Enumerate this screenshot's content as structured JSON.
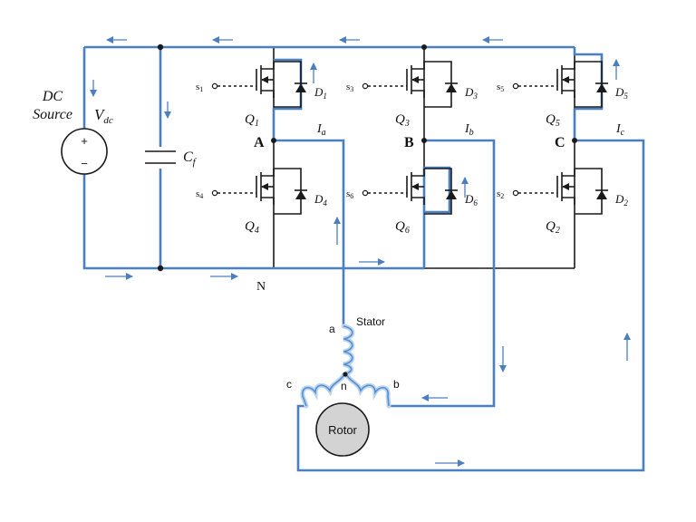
{
  "colors": {
    "wire": "#1a1a1a",
    "current_path": "#4a7fc0",
    "rotor_fill": "#d3d3d3"
  },
  "source": {
    "line1": "DC",
    "line2": "Source",
    "voltage_main": "V",
    "voltage_sub": "dc",
    "plus": "+",
    "minus": "−"
  },
  "capacitor": {
    "main": "C",
    "sub": "f"
  },
  "legs": [
    {
      "node": "A",
      "current_main": "I",
      "current_sub": "a",
      "upper": {
        "gate": "s",
        "gate_sub": "1",
        "switch": "Q",
        "switch_sub": "1",
        "diode": "D",
        "diode_sub": "1"
      },
      "lower": {
        "gate": "s",
        "gate_sub": "4",
        "switch": "Q",
        "switch_sub": "4",
        "diode": "D",
        "diode_sub": "4"
      }
    },
    {
      "node": "B",
      "current_main": "I",
      "current_sub": "b",
      "upper": {
        "gate": "s",
        "gate_sub": "3",
        "switch": "Q",
        "switch_sub": "3",
        "diode": "D",
        "diode_sub": "3"
      },
      "lower": {
        "gate": "s",
        "gate_sub": "6",
        "switch": "Q",
        "switch_sub": "6",
        "diode": "D",
        "diode_sub": "6"
      }
    },
    {
      "node": "C",
      "current_main": "I",
      "current_sub": "c",
      "upper": {
        "gate": "s",
        "gate_sub": "5",
        "switch": "Q",
        "switch_sub": "5",
        "diode": "D",
        "diode_sub": "5"
      },
      "lower": {
        "gate": "s",
        "gate_sub": "2",
        "switch": "Q",
        "switch_sub": "2",
        "diode": "D",
        "diode_sub": "2"
      }
    }
  ],
  "neutral_bus": "N",
  "motor": {
    "stator": "Stator",
    "phase_a": "a",
    "phase_b": "b",
    "phase_c": "c",
    "neutral": "n",
    "rotor": "Rotor"
  }
}
